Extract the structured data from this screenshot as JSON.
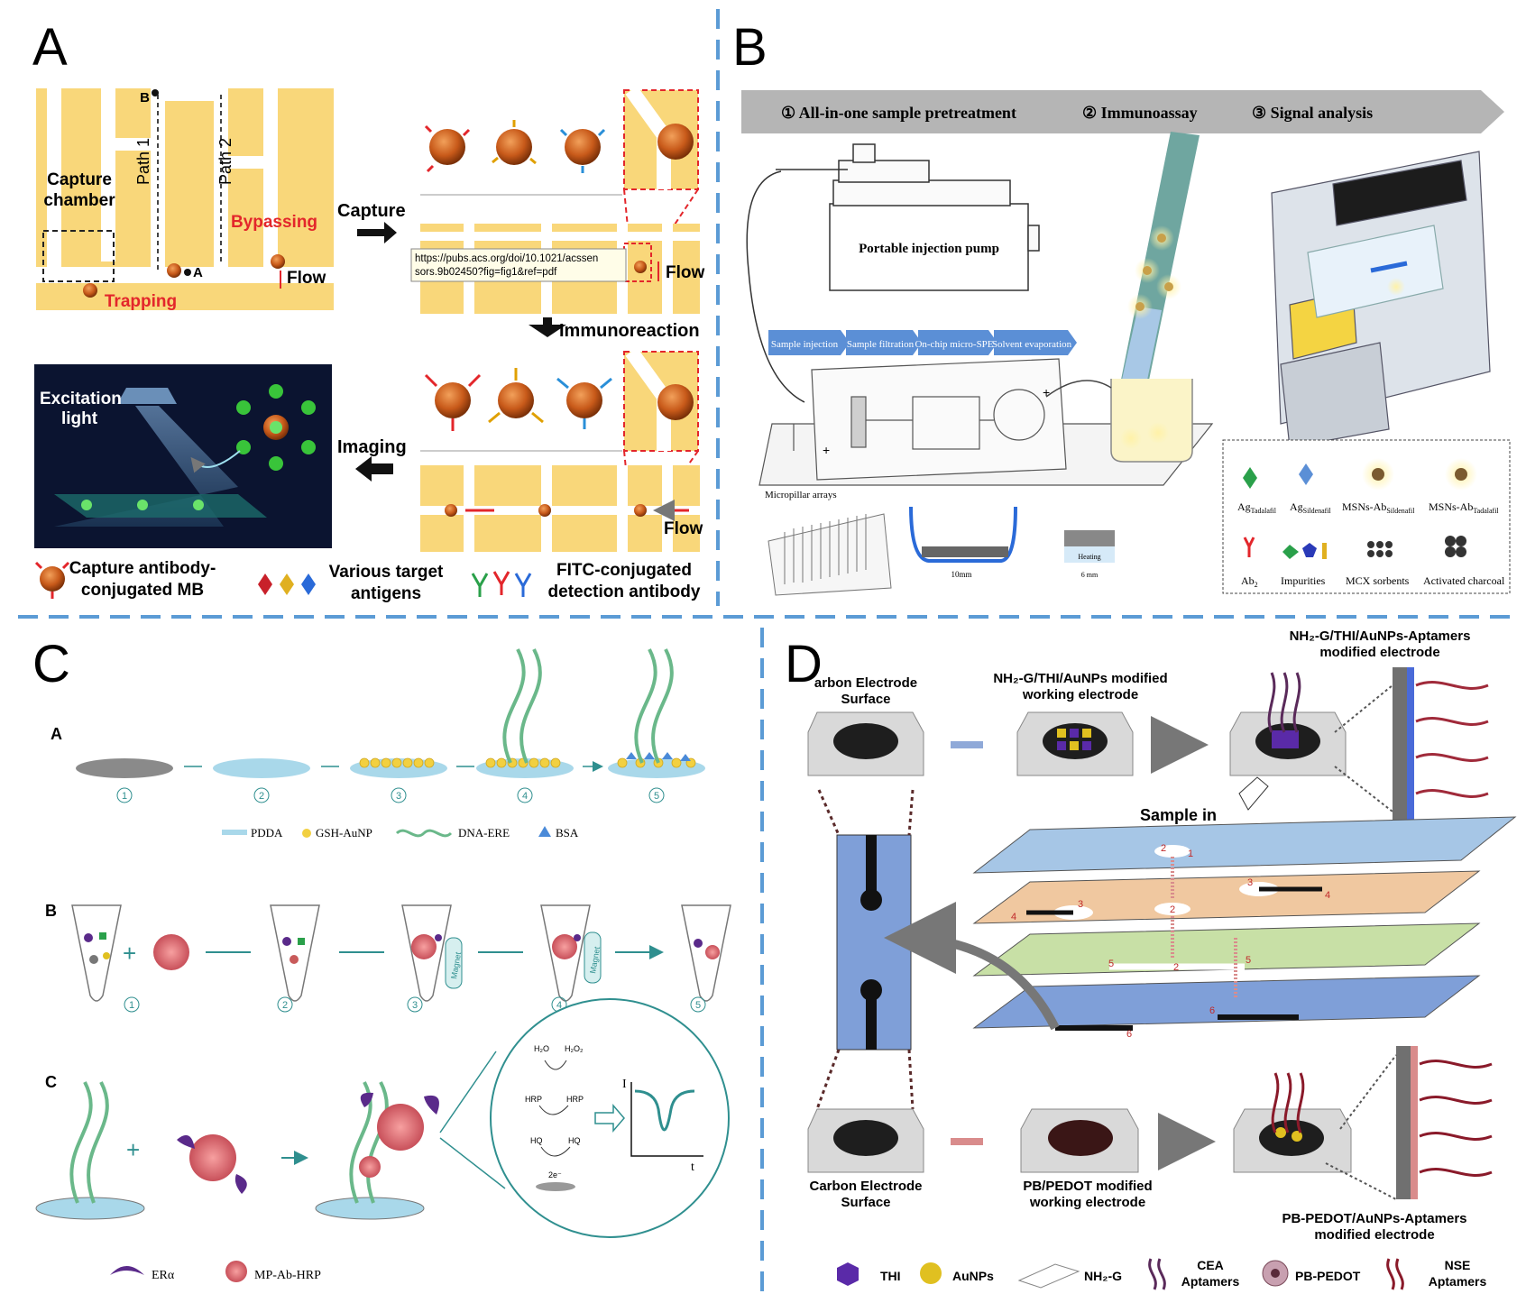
{
  "colors": {
    "divider": "#5b9bd5",
    "tan": "#f9d77a",
    "bead": "#c85a1a",
    "red_label": "#e3262b",
    "arrow_grey": "#b5b5b5",
    "blue_stage": "#5b8fd6",
    "teal": "#2f8f8f",
    "d_blue": "#8fa9d8",
    "d_pink": "#d98c8c"
  },
  "panelA": {
    "letter": "A",
    "point_b": "B",
    "point_a": "A",
    "path1": "Path 1",
    "path2": "Path 2",
    "capture_chamber_1": "Capture",
    "capture_chamber_2": "chamber",
    "bypassing": "Bypassing",
    "trapping": "Trapping",
    "flow_1": "Flow",
    "flow_2": "Flow",
    "flow_3": "Flow",
    "capture": "Capture",
    "immunoreaction": "Immunoreaction",
    "imaging": "Imaging",
    "excitation_1": "Excitation",
    "excitation_2": "light",
    "url_1": "https://pubs.acs.org/doi/10.1021/acssen",
    "url_2": "sors.9b02450?fig=fig1&ref=pdf",
    "legend_mb_1": "Capture antibody-",
    "legend_mb_2": "conjugated MB",
    "legend_ag_1": "Various target",
    "legend_ag_2": "antigens",
    "legend_fitc_1": "FITC-conjugated",
    "legend_fitc_2": "detection antibody"
  },
  "panelB": {
    "letter": "B",
    "step1": "① All-in-one sample pretreatment",
    "step2": "② Immunoassay",
    "step3": "③ Signal analysis",
    "pump": "Portable injection pump",
    "stages": [
      "Sample injection",
      "Sample filtration",
      "On-chip micro-SPE",
      "Solvent evaporation"
    ],
    "micropillar": "Micropillar arrays",
    "dim_10": "10mm",
    "heating": "Heating",
    "dim_6": "6 mm",
    "legend": [
      "Ag",
      "Ag",
      "MSNs-Ab",
      "MSNs-Ab",
      "Ab",
      "Impurities",
      "MCX sorbents",
      "Activated charcoal"
    ],
    "legend_sub": [
      "Tadalafil",
      "Sildenafil",
      "Sildenafil",
      "Tadalafil",
      "2",
      "",
      "",
      ""
    ]
  },
  "panelC": {
    "letter": "C",
    "row_a": "A",
    "row_b": "B",
    "row_c": "C",
    "nums": [
      "1",
      "2",
      "3",
      "4",
      "5"
    ],
    "leg_pdda": "PDDA",
    "leg_gsh": "GSH-AuNP",
    "leg_dna": "DNA-ERE",
    "leg_bsa": "BSA",
    "magnet": "Magnet",
    "plus": "+",
    "leg_era": "ERα",
    "leg_mp": "MP-Ab-HRP",
    "axis_i": "I",
    "axis_t": "t",
    "h2o": "H₂O",
    "h2o2": "H₂O₂",
    "hrp_red": "HRP",
    "hrp_ox": "HRP",
    "hq_red": "HQ",
    "hq_ox": "HQ",
    "two_e": "2e⁻"
  },
  "panelD": {
    "letter": "D",
    "top_surface_1": "arbon Electrode",
    "top_surface_2": "Surface",
    "top_mod_1": "NH₂-G/THI/AuNPs modified",
    "top_mod_2": "working electrode",
    "top_apt_1": "NH₂-G/THI/AuNPs-Aptamers",
    "top_apt_2": "modified electrode",
    "sample_in": "Sample in",
    "bot_surface_1": "Carbon Electrode",
    "bot_surface_2": "Surface",
    "bot_mod_1": "PB/PEDOT modified",
    "bot_mod_2": "working electrode",
    "bot_apt_1": "PB-PEDOT/AuNPs-Aptamers",
    "bot_apt_2": "modified  electrode",
    "leg_thi": "THI",
    "leg_aunps": "AuNPs",
    "leg_nh2g": "NH₂-G",
    "leg_cea_1": "CEA",
    "leg_cea_2": "Aptamers",
    "leg_pb": "PB-PEDOT",
    "leg_nse_1": "NSE",
    "leg_nse_2": "Aptamers",
    "layer_nums": [
      "2",
      "1",
      "3",
      "4",
      "2",
      "3",
      "4",
      "5",
      "2",
      "5",
      "6",
      "6"
    ]
  }
}
